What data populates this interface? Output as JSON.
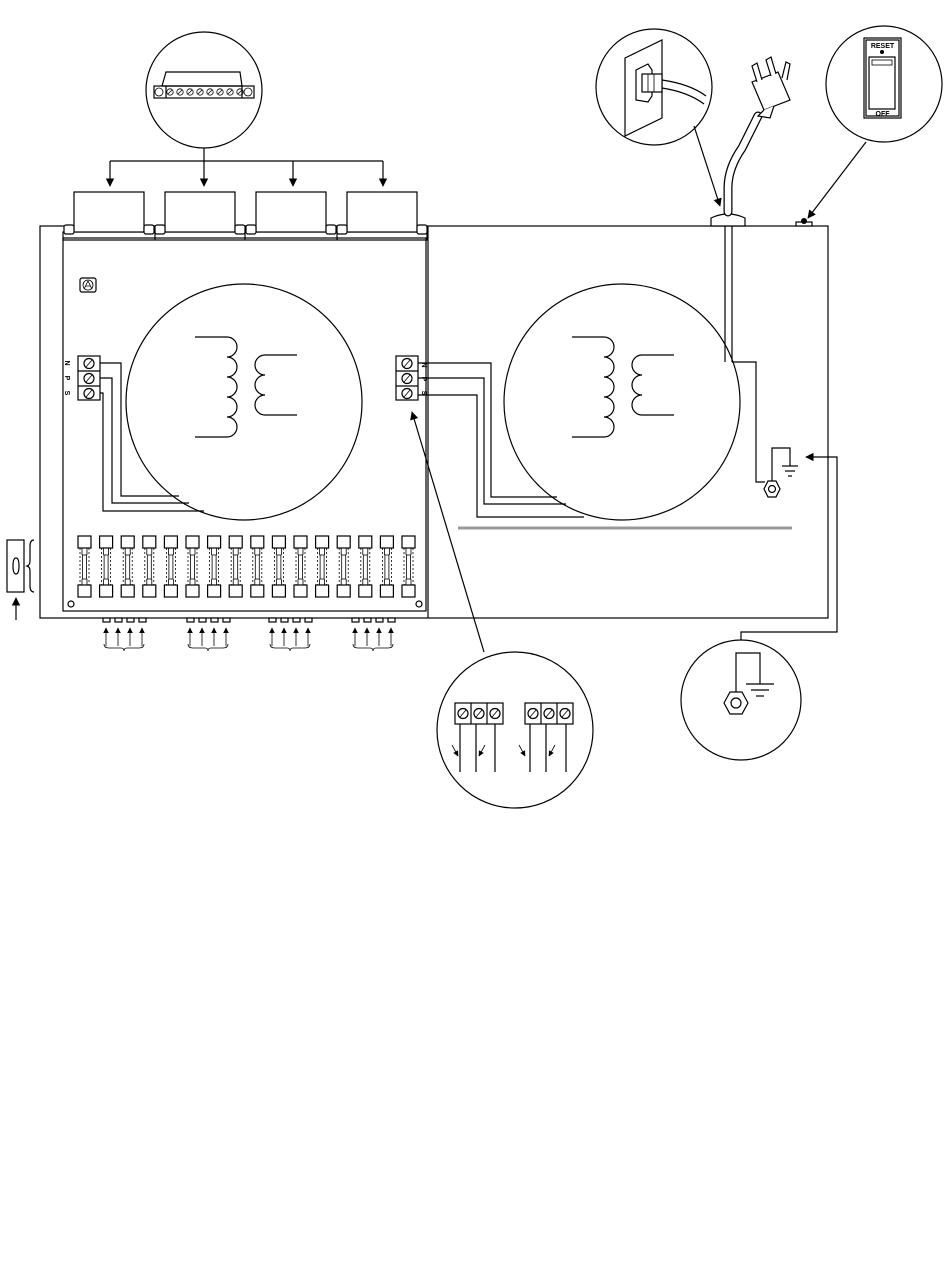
{
  "diagram": {
    "breaker_callout": {
      "reset_label": "RESET",
      "off_label": "OFF"
    },
    "left_board_terminals": {
      "labels": [
        "N",
        "P",
        "S"
      ]
    },
    "right_board_terminals": {
      "labels": [
        "N",
        "P",
        "S"
      ]
    },
    "fuse_count": 16,
    "output_groups": 4,
    "connector_modules": 4
  }
}
